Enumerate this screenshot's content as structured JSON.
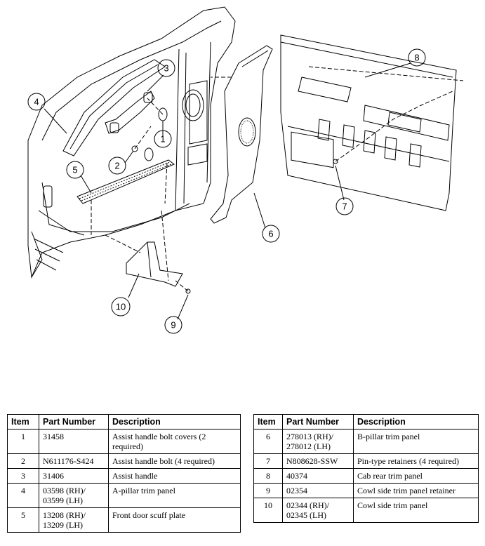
{
  "diagram": {
    "callouts": [
      "1",
      "2",
      "3",
      "4",
      "5",
      "6",
      "7",
      "8",
      "9",
      "10"
    ]
  },
  "tables": {
    "headers": {
      "item": "Item",
      "part_number": "Part Number",
      "description": "Description"
    },
    "left": [
      {
        "item": "1",
        "part_number": "31458",
        "description": "Assist handle bolt covers (2 required)"
      },
      {
        "item": "2",
        "part_number": "N611176-S424",
        "description": "Assist handle bolt (4 required)"
      },
      {
        "item": "3",
        "part_number": "31406",
        "description": "Assist handle"
      },
      {
        "item": "4",
        "part_number": "03598 (RH)/ 03599 (LH)",
        "description": "A-pillar trim panel"
      },
      {
        "item": "5",
        "part_number": "13208 (RH)/ 13209 (LH)",
        "description": "Front door scuff plate"
      }
    ],
    "right": [
      {
        "item": "6",
        "part_number": "278013 (RH)/ 278012 (LH)",
        "description": "B-pillar trim panel"
      },
      {
        "item": "7",
        "part_number": "N808628-SSW",
        "description": "Pin-type retainers (4 required)"
      },
      {
        "item": "8",
        "part_number": "40374",
        "description": "Cab rear trim panel"
      },
      {
        "item": "9",
        "part_number": "02354",
        "description": "Cowl side trim panel retainer"
      },
      {
        "item": "10",
        "part_number": "02344 (RH)/ 02345 (LH)",
        "description": "Cowl side trim panel"
      }
    ]
  }
}
